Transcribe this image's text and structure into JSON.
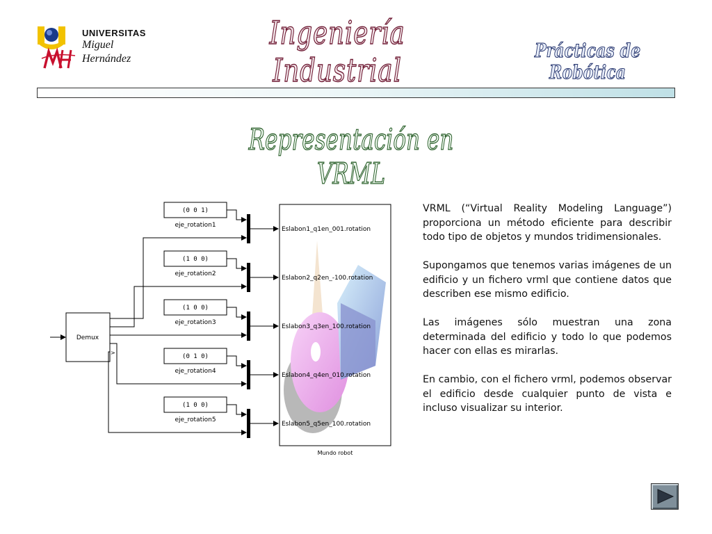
{
  "logo": {
    "university": "UNIVERSITAS",
    "name_line1": "Miguel",
    "name_line2": "Hernández",
    "colors": {
      "sun": "#f0b400",
      "u": "#f2c200",
      "mh": "#c8102e",
      "globe": "#1a3a8a"
    }
  },
  "header": {
    "title": "Ingeniería Industrial",
    "course": "Prácticas de Robótica"
  },
  "slide": {
    "title": "Representación en VRML",
    "paragraphs": [
      "VRML (“Virtual Reality Modeling Language”) proporciona un método eficiente para describir todo tipo de objetos y mundos tridimensionales.",
      "Supongamos que tenemos varias imágenes de un edificio y un fichero vrml que contiene datos que describen ese mismo edificio.",
      "Las imágenes sólo muestran una zona determinada del edificio y todo lo que podemos hacer con ellas es mirarlas.",
      "En cambio, con el fichero vrml, podemos observar el edificio desde cualquier punto de vista e incluso visualizar su interior."
    ]
  },
  "diagram": {
    "demux_label": "Demux",
    "vr_block_label": "Mundo robot",
    "constants": [
      {
        "value": "(0   0   1)",
        "label": "eje_rotation1",
        "port": "Eslabon1_q1en_001.rotation"
      },
      {
        "value": "(1   0   0)",
        "label": "eje_rotation2",
        "port": "Eslabon2_q2en_-100.rotation"
      },
      {
        "value": "(1   0   0)",
        "label": "eje_rotation3",
        "port": "Eslabon3_q3en_100.rotation"
      },
      {
        "value": "(0   1   0)",
        "label": "eje_rotation4",
        "port": "Eslabon4_q4en_010.rotation"
      },
      {
        "value": "(1   0   0)",
        "label": "eje_rotation5",
        "port": "Eslabon5_q5en_100.rotation"
      }
    ]
  },
  "nav": {
    "next": "next-icon"
  }
}
